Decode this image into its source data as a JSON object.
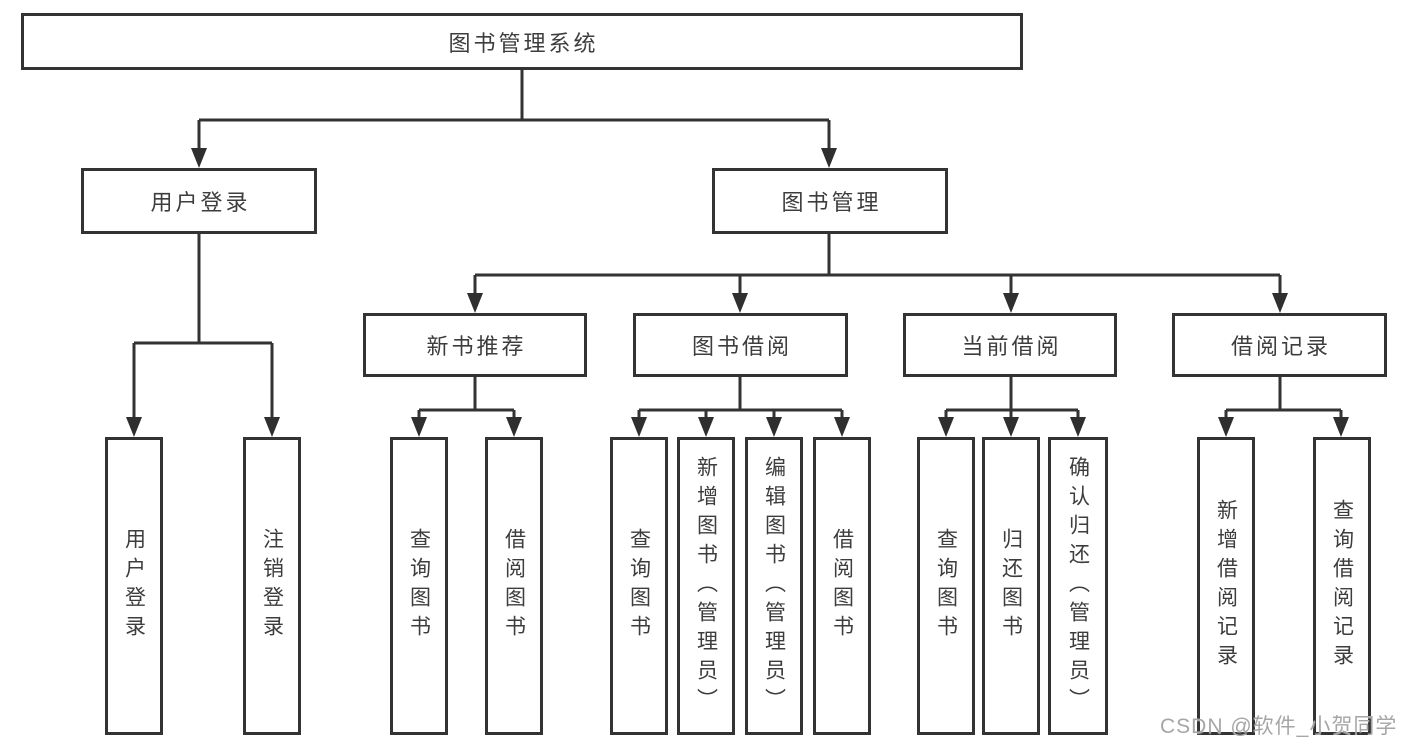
{
  "colors": {
    "line": "#333333",
    "box_border": "#333333",
    "text": "#3d3d3d",
    "watermark": "#a6a6a6",
    "background": "#ffffff"
  },
  "watermark": {
    "text": "CSDN @软件_小贺同学"
  },
  "tree": {
    "label": "图书管理系统",
    "children": [
      {
        "label": "用户登录",
        "children": [
          {
            "label": "用户登录"
          },
          {
            "label": "注销登录"
          }
        ]
      },
      {
        "label": "图书管理",
        "children": [
          {
            "label": "新书推荐",
            "children": [
              {
                "label": "查询图书"
              },
              {
                "label": "借阅图书"
              }
            ]
          },
          {
            "label": "图书借阅",
            "children": [
              {
                "label": "查询图书"
              },
              {
                "label": "新增图书（管理员）"
              },
              {
                "label": "编辑图书（管理员）"
              },
              {
                "label": "借阅图书"
              }
            ]
          },
          {
            "label": "当前借阅",
            "children": [
              {
                "label": "查询图书"
              },
              {
                "label": "归还图书"
              },
              {
                "label": "确认归还（管理员）"
              }
            ]
          },
          {
            "label": "借阅记录",
            "children": [
              {
                "label": "新增借阅记录"
              },
              {
                "label": "查询借阅记录"
              }
            ]
          }
        ]
      }
    ]
  }
}
